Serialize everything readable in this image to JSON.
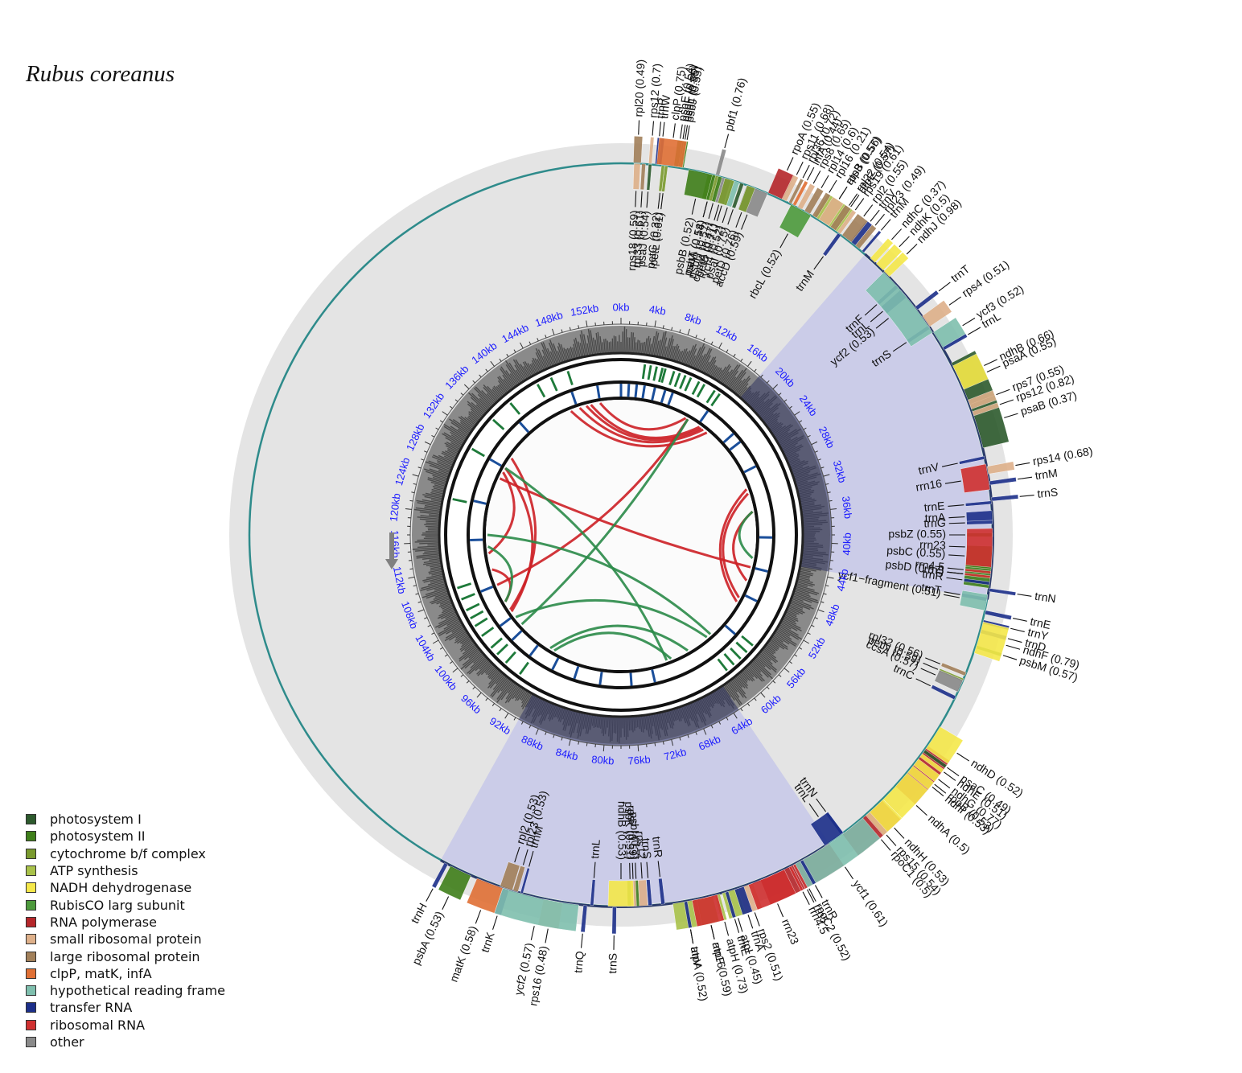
{
  "title": "Rubus coreanus",
  "genome_kb": 156,
  "kb_labels": [
    "0kb",
    "4kb",
    "8kb",
    "12kb",
    "16kb",
    "20kb",
    "24kb",
    "28kb",
    "32kb",
    "36kb",
    "40kb",
    "44kb",
    "48kb",
    "52kb",
    "56kb",
    "60kb",
    "64kb",
    "68kb",
    "72kb",
    "76kb",
    "80kb",
    "84kb",
    "88kb",
    "92kb",
    "96kb",
    "100kb",
    "104kb",
    "108kb",
    "112kb",
    "116kb",
    "120kb",
    "124kb",
    "128kb",
    "132kb",
    "136kb",
    "140kb",
    "144kb",
    "148kb",
    "152kb"
  ],
  "legend": [
    {
      "key": "psI",
      "label": "photosystem I",
      "color": "#2d5a2d"
    },
    {
      "key": "psII",
      "label": "photosystem II",
      "color": "#3f7f1a"
    },
    {
      "key": "cyt",
      "label": "cytochrome b/f complex",
      "color": "#7a9a2e"
    },
    {
      "key": "atp",
      "label": "ATP synthesis",
      "color": "#a9c24a"
    },
    {
      "key": "ndh",
      "label": "NADH dehydrogenase",
      "color": "#f5e84a"
    },
    {
      "key": "rbc",
      "label": "RubisCO larg subunit",
      "color": "#4d9a3c"
    },
    {
      "key": "rpo",
      "label": "RNA polymerase",
      "color": "#b5262a"
    },
    {
      "key": "rps",
      "label": "small ribosomal protein",
      "color": "#deb08a"
    },
    {
      "key": "rpl",
      "label": "large ribosomal protein",
      "color": "#a2805a"
    },
    {
      "key": "clp",
      "label": "clpP, matK, infA",
      "color": "#e07035"
    },
    {
      "key": "ycf",
      "label": "hypothetical reading frame",
      "color": "#7fbfae"
    },
    {
      "key": "trn",
      "label": "transfer RNA",
      "color": "#1c2f8a"
    },
    {
      "key": "rrn",
      "label": "ribosomal RNA",
      "color": "#d03030"
    },
    {
      "key": "other",
      "label": "other",
      "color": "#8a8a8a"
    }
  ],
  "genes": [
    {
      "label": "trnH",
      "ang": 208,
      "out": true,
      "w": 0.6,
      "cat": "trn"
    },
    {
      "label": "psbA (0.53)",
      "ang": 205.5,
      "out": true,
      "w": 3.5,
      "cat": "psII"
    },
    {
      "label": "matK (0.58)",
      "ang": 200.5,
      "out": true,
      "w": 4.5,
      "cat": "clp"
    },
    {
      "label": "trnK",
      "ang": 198,
      "out": true,
      "w": 1,
      "cat": "trn"
    },
    {
      "label": "rps16 (0.48)",
      "ang": 190.5,
      "out": true,
      "w": 3,
      "cat": "rps"
    },
    {
      "label": "trnQ",
      "ang": 185.5,
      "out": true,
      "w": 0.6,
      "cat": "trn"
    },
    {
      "label": "trnS",
      "ang": 181,
      "out": true,
      "w": 0.6,
      "cat": "trn"
    },
    {
      "label": "psbK (0.51)",
      "ang": 178.5,
      "out": false,
      "w": 1,
      "cat": "psII"
    },
    {
      "label": "psbI (0.7)",
      "ang": 177.5,
      "out": false,
      "w": 0.7,
      "cat": "psII"
    },
    {
      "label": "trnS",
      "ang": 175.5,
      "out": false,
      "w": 0.6,
      "cat": "trn"
    },
    {
      "label": "trnR",
      "ang": 173.5,
      "out": false,
      "w": 0.6,
      "cat": "trn"
    },
    {
      "label": "atpA (0.52)",
      "ang": 170,
      "out": true,
      "w": 4,
      "cat": "atp"
    },
    {
      "label": "atpF (0.59)",
      "ang": 167,
      "out": true,
      "w": 2.5,
      "cat": "atp"
    },
    {
      "label": "atpH (0.73)",
      "ang": 165,
      "out": true,
      "w": 0.8,
      "cat": "atp"
    },
    {
      "label": "atpI (0.45)",
      "ang": 163,
      "out": true,
      "w": 2.5,
      "cat": "atp"
    },
    {
      "label": "rps2 (0.51)",
      "ang": 160.5,
      "out": true,
      "w": 2.5,
      "cat": "rps"
    },
    {
      "label": "rpoC2 (0.52)",
      "ang": 152,
      "out": true,
      "w": 12,
      "cat": "rpo"
    },
    {
      "label": "rpoC1 (0.5)",
      "ang": 139.5,
      "out": true,
      "w": 8,
      "cat": "rpo"
    },
    {
      "label": "rpoB (0.53)",
      "ang": 128.5,
      "out": true,
      "w": 8,
      "cat": "rpo"
    },
    {
      "label": "trnC",
      "ang": 116,
      "out": false,
      "w": 0.6,
      "cat": "trn"
    },
    {
      "label": "petN (0.59)",
      "ang": 113,
      "out": false,
      "w": 0.5,
      "cat": "cyt"
    },
    {
      "label": "psbM (0.57)",
      "ang": 107.5,
      "out": true,
      "w": 0.5,
      "cat": "psII"
    },
    {
      "label": "trnD",
      "ang": 105,
      "out": true,
      "w": 0.6,
      "cat": "trn"
    },
    {
      "label": "trnY",
      "ang": 103.5,
      "out": true,
      "w": 0.6,
      "cat": "trn"
    },
    {
      "label": "trnE",
      "ang": 102,
      "out": true,
      "w": 0.6,
      "cat": "trn"
    },
    {
      "label": "trnT",
      "ang": 100,
      "out": false,
      "w": 0.6,
      "cat": "trn"
    },
    {
      "label": "psbD (0.57)",
      "ang": 96.5,
      "out": false,
      "w": 3.5,
      "cat": "psII"
    },
    {
      "label": "psbC (0.55)",
      "ang": 93.5,
      "out": false,
      "w": 3.5,
      "cat": "psII"
    },
    {
      "label": "psbZ (0.55)",
      "ang": 90,
      "out": false,
      "w": 0.6,
      "cat": "psII"
    },
    {
      "label": "trnG",
      "ang": 88,
      "out": false,
      "w": 0.6,
      "cat": "trn"
    },
    {
      "label": "trnS",
      "ang": 84.5,
      "out": true,
      "w": 0.6,
      "cat": "trn"
    },
    {
      "label": "trnM",
      "ang": 82,
      "out": true,
      "w": 0.6,
      "cat": "trn"
    },
    {
      "label": "rps14 (0.68)",
      "ang": 80,
      "out": true,
      "w": 1.2,
      "cat": "rps"
    },
    {
      "label": "psaB (0.37)",
      "ang": 73,
      "out": true,
      "w": 7,
      "cat": "psI"
    },
    {
      "label": "psaA (0.55)",
      "ang": 66,
      "out": true,
      "w": 7,
      "cat": "psI"
    },
    {
      "label": "ycf3 (0.52)",
      "ang": 58.5,
      "out": true,
      "w": 3,
      "cat": "ycf"
    },
    {
      "label": "trnS",
      "ang": 56,
      "out": false,
      "w": 0.6,
      "cat": "trn"
    },
    {
      "label": "rps4 (0.51)",
      "ang": 55,
      "out": true,
      "w": 2,
      "cat": "rps"
    },
    {
      "label": "trnT",
      "ang": 52.5,
      "out": true,
      "w": 0.6,
      "cat": "trn"
    },
    {
      "label": "trnL",
      "ang": 49.5,
      "out": false,
      "w": 1.5,
      "cat": "trn"
    },
    {
      "label": "trnF",
      "ang": 48,
      "out": false,
      "w": 0.6,
      "cat": "trn"
    },
    {
      "label": "ndhJ (0.98)",
      "ang": 45.5,
      "out": true,
      "w": 1.2,
      "cat": "ndh"
    },
    {
      "label": "ndhK (0.5)",
      "ang": 44,
      "out": true,
      "w": 1.5,
      "cat": "ndh"
    },
    {
      "label": "ndhC (0.37)",
      "ang": 42.5,
      "out": true,
      "w": 1,
      "cat": "ndh"
    },
    {
      "label": "trnV",
      "ang": 38.5,
      "out": true,
      "w": 1,
      "cat": "trn"
    },
    {
      "label": "trnM",
      "ang": 36,
      "out": false,
      "w": 0.6,
      "cat": "trn"
    },
    {
      "label": "atpE (0.57)",
      "ang": 35,
      "out": true,
      "w": 1.3,
      "cat": "atp"
    },
    {
      "label": "atpB (0.56)",
      "ang": 33,
      "out": true,
      "w": 3.5,
      "cat": "atp"
    },
    {
      "label": "rbcL (0.52)",
      "ang": 29,
      "out": false,
      "w": 3.5,
      "cat": "rbc"
    },
    {
      "label": "accD (0.59)",
      "ang": 21.5,
      "out": false,
      "w": 3.5,
      "cat": "other"
    },
    {
      "label": "psaI (0.75)",
      "ang": 19,
      "out": false,
      "w": 0.6,
      "cat": "psI"
    },
    {
      "label": "ycf4 (0.52)",
      "ang": 18,
      "out": false,
      "w": 1.2,
      "cat": "ycf"
    },
    {
      "label": "cemA (0.47)",
      "ang": 16.5,
      "out": false,
      "w": 1.5,
      "cat": "other"
    },
    {
      "label": "petA (0.54)",
      "ang": 14.5,
      "out": false,
      "w": 2,
      "cat": "cyt"
    },
    {
      "label": "psbJ (0.55)",
      "ang": 9.5,
      "out": true,
      "w": 0.4,
      "cat": "psII"
    },
    {
      "label": "psbL (0.55)",
      "ang": 9.2,
      "out": true,
      "w": 0.4,
      "cat": "psII"
    },
    {
      "label": "psbF (0.56)",
      "ang": 8.9,
      "out": true,
      "w": 0.4,
      "cat": "psII"
    },
    {
      "label": "psbE (0.54)",
      "ang": 8.5,
      "out": true,
      "w": 0.7,
      "cat": "psII"
    },
    {
      "label": "petL (0.61)",
      "ang": 7,
      "out": false,
      "w": 0.5,
      "cat": "cyt"
    },
    {
      "label": "petG (0.32)",
      "ang": 6.5,
      "out": false,
      "w": 0.5,
      "cat": "cyt"
    },
    {
      "label": "trnW",
      "ang": 6,
      "out": true,
      "w": 0.5,
      "cat": "trn"
    },
    {
      "label": "trnP",
      "ang": 5.5,
      "out": true,
      "w": 0.5,
      "cat": "trn"
    },
    {
      "label": "psaJ (0.54)",
      "ang": 4.5,
      "out": false,
      "w": 0.5,
      "cat": "psI"
    },
    {
      "label": "rpl33 (0.61)",
      "ang": 3.5,
      "out": false,
      "w": 0.6,
      "cat": "rpl"
    },
    {
      "label": "rps18 (0.59)",
      "ang": 2.5,
      "out": false,
      "w": 1,
      "cat": "rps"
    },
    {
      "label": "rpl20 (0.49)",
      "ang": 2.5,
      "out": true,
      "w": 1.2,
      "cat": "rpl"
    },
    {
      "label": "rps12 (0.7)",
      "ang": 4.5,
      "out": true,
      "w": 0.5,
      "cat": "rps"
    },
    {
      "label": "clpP (0.75)",
      "ang": 7.5,
      "out": true,
      "w": 4,
      "cat": "clp"
    },
    {
      "label": "psbB (0.52)",
      "ang": 12.5,
      "out": false,
      "w": 4,
      "cat": "psII"
    },
    {
      "label": "psbT (0.18)",
      "ang": 14.5,
      "out": false,
      "w": 0.5,
      "cat": "psII"
    },
    {
      "label": "psbH (0.57)",
      "ang": 15.5,
      "out": false,
      "w": 0.6,
      "cat": "psII"
    },
    {
      "label": "pbf1 (0.76)",
      "ang": 15,
      "out": true,
      "w": 0.6,
      "cat": "other"
    },
    {
      "label": "petB (0.71)",
      "ang": 17,
      "out": false,
      "w": 1.5,
      "cat": "cyt"
    },
    {
      "label": "petD (0.76)",
      "ang": 20.5,
      "out": false,
      "w": 1.3,
      "cat": "cyt"
    },
    {
      "label": "rpoA (0.55)",
      "ang": 24.5,
      "out": true,
      "w": 2.5,
      "cat": "rpo"
    },
    {
      "label": "rps11 (0.68)",
      "ang": 26,
      "out": true,
      "w": 0.8,
      "cat": "rps"
    },
    {
      "label": "rpl36 (0.72)",
      "ang": 27,
      "out": true,
      "w": 0.5,
      "cat": "rpl"
    },
    {
      "label": "infA (0.44)",
      "ang": 27.7,
      "out": true,
      "w": 0.5,
      "cat": "clp"
    },
    {
      "label": "rps8 (0.65)",
      "ang": 28.7,
      "out": true,
      "w": 0.8,
      "cat": "rps"
    },
    {
      "label": "rpl14 (0.6)",
      "ang": 30,
      "out": true,
      "w": 1,
      "cat": "rpl"
    },
    {
      "label": "rpl16 (0.21)",
      "ang": 31.3,
      "out": true,
      "w": 0.8,
      "cat": "rpl"
    },
    {
      "label": "rps3 (0.57)",
      "ang": 33,
      "out": true,
      "w": 1.8,
      "cat": "rps"
    },
    {
      "label": "rpl22 (0.54)",
      "ang": 34.7,
      "out": true,
      "w": 1,
      "cat": "rpl"
    },
    {
      "label": "rps19 (0.61)",
      "ang": 35.8,
      "out": true,
      "w": 0.6,
      "cat": "rps"
    },
    {
      "label": "rpl2 (0.55)",
      "ang": 37.3,
      "out": true,
      "w": 1.8,
      "cat": "rpl"
    },
    {
      "label": "rpl23 (0.49)",
      "ang": 39.4,
      "out": true,
      "w": 0.8,
      "cat": "rpl"
    },
    {
      "label": "trnM",
      "ang": 40.5,
      "out": true,
      "w": 0.4,
      "cat": "trn"
    },
    {
      "label": "ycf2 (0.53)",
      "ang": 51,
      "out": false,
      "w": 12,
      "cat": "ycf"
    },
    {
      "label": "trnL",
      "ang": 60,
      "out": true,
      "w": 0.5,
      "cat": "trn"
    },
    {
      "label": "ndhB (0.66)",
      "ang": 65,
      "out": true,
      "w": 4,
      "cat": "ndh"
    },
    {
      "label": "rps7 (0.55)",
      "ang": 69.5,
      "out": true,
      "w": 1.5,
      "cat": "rps"
    },
    {
      "label": "rps12 (0.82)",
      "ang": 71,
      "out": true,
      "w": 0.7,
      "cat": "rps"
    },
    {
      "label": "trnV",
      "ang": 78,
      "out": false,
      "w": 0.5,
      "cat": "trn"
    },
    {
      "label": "rrn16",
      "ang": 81,
      "out": false,
      "w": 4,
      "cat": "rrn"
    },
    {
      "label": "trnE",
      "ang": 85,
      "out": false,
      "w": 0.5,
      "cat": "trn"
    },
    {
      "label": "trnA",
      "ang": 87,
      "out": false,
      "w": 1.5,
      "cat": "trn"
    },
    {
      "label": "rrn23",
      "ang": 92,
      "out": false,
      "w": 6,
      "cat": "rrn"
    },
    {
      "label": "rrn4.5",
      "ang": 95.8,
      "out": false,
      "w": 0.4,
      "cat": "rrn"
    },
    {
      "label": "rrn5",
      "ang": 96.5,
      "out": false,
      "w": 0.4,
      "cat": "rrn"
    },
    {
      "label": "trnR",
      "ang": 97.5,
      "out": false,
      "w": 0.5,
      "cat": "trn"
    },
    {
      "label": "trnN",
      "ang": 98.5,
      "out": true,
      "w": 0.5,
      "cat": "trn"
    },
    {
      "label": "ycf1−fragment (0.51)",
      "ang": 100.5,
      "out": false,
      "w": 2.5,
      "cat": "ycf"
    },
    {
      "label": "ndhF (0.79)",
      "ang": 106,
      "out": true,
      "w": 5,
      "cat": "ndh"
    },
    {
      "label": "rpl32 (0.56)",
      "ang": 112,
      "out": false,
      "w": 0.6,
      "cat": "rpl"
    },
    {
      "label": "ccsA (0.57)",
      "ang": 114,
      "out": false,
      "w": 2,
      "cat": "other"
    },
    {
      "label": "ndhD (0.52)",
      "ang": 123,
      "out": true,
      "w": 4,
      "cat": "ndh"
    },
    {
      "label": "psaC (0.49)",
      "ang": 125.5,
      "out": true,
      "w": 0.5,
      "cat": "psI"
    },
    {
      "label": "ndhE (0.51)",
      "ang": 126.3,
      "out": true,
      "w": 0.6,
      "cat": "ndh"
    },
    {
      "label": "ndhG (0.77)",
      "ang": 127.6,
      "out": true,
      "w": 1.2,
      "cat": "ndh"
    },
    {
      "label": "ndhI (0.53)",
      "ang": 129,
      "out": true,
      "w": 1.3,
      "cat": "ndh"
    },
    {
      "label": "ndhA (0.5)",
      "ang": 132.5,
      "out": true,
      "w": 5.5,
      "cat": "ndh"
    },
    {
      "label": "ndhH (0.53)",
      "ang": 137,
      "out": true,
      "w": 3.5,
      "cat": "ndh"
    },
    {
      "label": "rps15 (0.54)",
      "ang": 138.5,
      "out": true,
      "w": 0.8,
      "cat": "rps"
    },
    {
      "label": "ycf1 (0.61)",
      "ang": 146,
      "out": true,
      "w": 13,
      "cat": "ycf"
    },
    {
      "label": "trnN",
      "ang": 143.5,
      "out": false,
      "w": 0.5,
      "cat": "trn"
    },
    {
      "label": "trnL",
      "ang": 145,
      "out": false,
      "w": 3.5,
      "cat": "trn"
    },
    {
      "label": "trnR",
      "ang": 151,
      "out": true,
      "w": 0.5,
      "cat": "trn"
    },
    {
      "label": "rrn5",
      "ang": 152.3,
      "out": true,
      "w": 0.4,
      "cat": "rrn"
    },
    {
      "label": "rrn4.5",
      "ang": 153,
      "out": true,
      "w": 0.4,
      "cat": "rrn"
    },
    {
      "label": "rrn23",
      "ang": 157,
      "out": true,
      "w": 6,
      "cat": "rrn"
    },
    {
      "label": "trnA",
      "ang": 161.5,
      "out": true,
      "w": 1.5,
      "cat": "trn"
    },
    {
      "label": "trnE",
      "ang": 163.5,
      "out": true,
      "w": 0.5,
      "cat": "trn"
    },
    {
      "label": "rrn16",
      "ang": 167,
      "out": true,
      "w": 4,
      "cat": "rrn"
    },
    {
      "label": "trnV",
      "ang": 170,
      "out": true,
      "w": 0.5,
      "cat": "trn"
    },
    {
      "label": "rps12",
      "ang": 176.5,
      "out": false,
      "w": 1.3,
      "cat": "rps"
    },
    {
      "label": "rps7 (0.59)",
      "ang": 178,
      "out": false,
      "w": 0.8,
      "cat": "rps"
    },
    {
      "label": "ndhB (0.53)",
      "ang": 180,
      "out": false,
      "w": 4,
      "cat": "ndh"
    },
    {
      "label": "trnL",
      "ang": 184.5,
      "out": false,
      "w": 0.5,
      "cat": "trn"
    },
    {
      "label": "ycf2 (0.57)",
      "ang": 192.5,
      "out": true,
      "w": 12,
      "cat": "ycf"
    },
    {
      "label": "trnM",
      "ang": 195.5,
      "out": false,
      "w": 0.4,
      "cat": "trn"
    },
    {
      "label": "rpl23 (0.53)",
      "ang": 196.5,
      "out": false,
      "w": 0.8,
      "cat": "rpl"
    },
    {
      "label": "rpl2 (0.53)",
      "ang": 198,
      "out": false,
      "w": 2,
      "cat": "rpl"
    }
  ]
}
